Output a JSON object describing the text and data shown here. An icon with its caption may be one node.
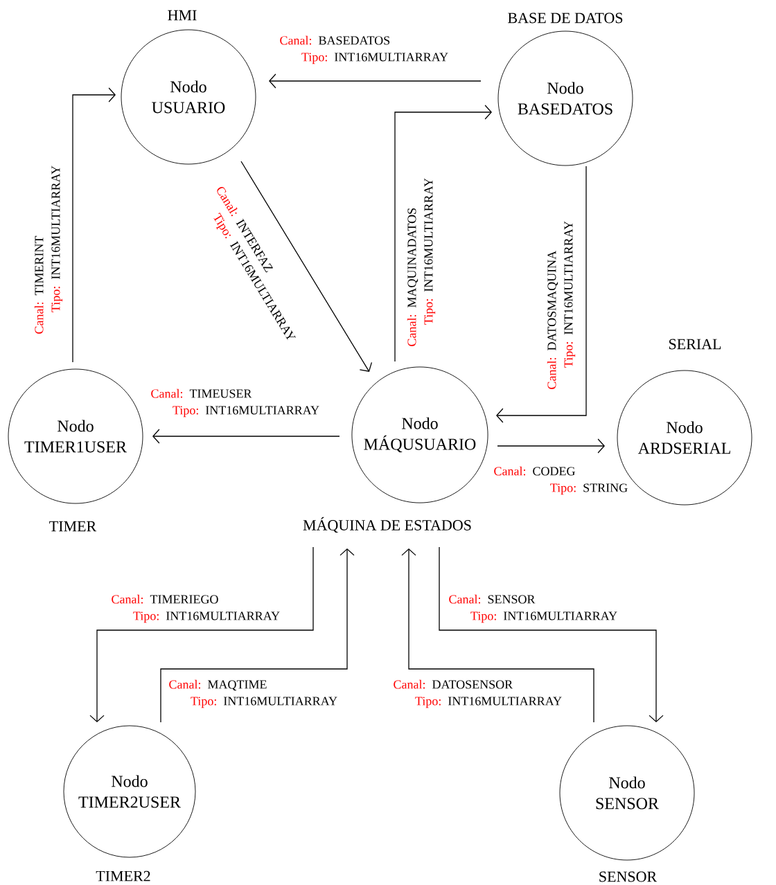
{
  "diagram": {
    "nodes": [
      {
        "text": [
          "Nodo USUARIO"
        ],
        "beside": [
          "HMI"
        ]
      },
      {
        "text": [
          "Nodo BASEDATOS"
        ],
        "beside": [
          "BASE DE DATOS"
        ]
      },
      {
        "text": [
          "Nodo TIMER1USER"
        ],
        "beside": [
          "TIMER"
        ]
      },
      {
        "text": [
          "Nodo MÁQUSUARIO"
        ],
        "beside": [
          "MÁQUINA DE ESTADOS"
        ]
      },
      {
        "text": [
          "Nodo ARDSERIAL"
        ],
        "beside": [
          "SERIAL"
        ]
      },
      {
        "text": [
          "Nodo TIMER2USER"
        ],
        "beside": [
          "TIMER2"
        ]
      },
      {
        "text": [
          "Nodo SENSOR"
        ],
        "beside": [
          "SENSOR"
        ]
      }
    ],
    "edges": [
      {
        "from": 1,
        "to": 0,
        "arrow": "to",
        "label": "*Canal:* BASEDATOS *Tipo:* INT16MULTIARRAY"
      },
      {
        "from": 2,
        "to": 0,
        "arrow": "to",
        "label": "*Canal:* TIMERINT *Tipo:* INT16MULTIARRAY"
      },
      {
        "from": 0,
        "to": 3,
        "arrow": "to",
        "label": "*Canal:* INTERFAZ *Tipo:* INT16MULTIARRAY"
      },
      {
        "from": 3,
        "to": 1,
        "arrow": "to",
        "label": "*Canal:* MAQUINADATOS *Tipo:* INT16MULTIARRAY"
      },
      {
        "from": 1,
        "to": 3,
        "arrow": "to",
        "label": "*Canal:* DATOSMAQUINA *Tipo:* INT16MULTIARRAY"
      },
      {
        "from": 3,
        "to": 2,
        "arrow": "to",
        "label": "*Canal:* TIMEUSER *Tipo:* INT16MULTIARRAY"
      },
      {
        "from": 3,
        "to": 4,
        "arrow": "to",
        "label": "*Canal:* CODEG *Tipo:* STRING"
      },
      {
        "from": 3,
        "to": 5,
        "arrow": "to",
        "label": "*Canal:* TIMERIEGO *Tipo:* INT16MULTIARRAY"
      },
      {
        "from": 5,
        "to": 3,
        "arrow": "to",
        "label": "*Canal:* MAQTIME *Tipo:* INT16MULTIARRAY"
      },
      {
        "from": 6,
        "to": 3,
        "arrow": "to",
        "label": "*Canal:* DATOSENSOR *Tipo:* INT16MULTIARRAY"
      },
      {
        "from": 3,
        "to": 6,
        "arrow": "to",
        "label": "*Canal:* SENSOR *Tipo:* INT16MULTIARRAY"
      }
    ]
  }
}
